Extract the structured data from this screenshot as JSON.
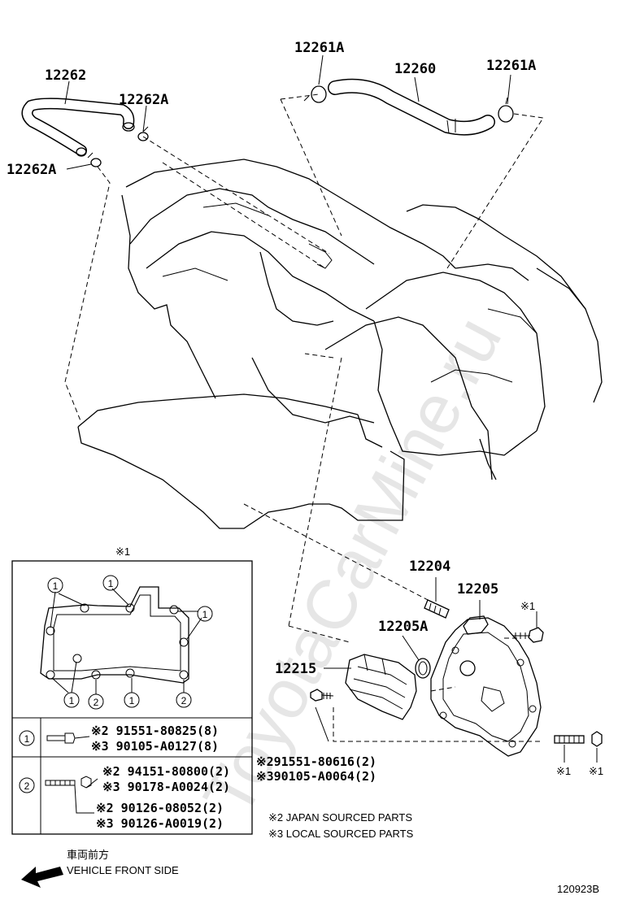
{
  "watermark": "ToyotaCarMine.ru",
  "callouts": {
    "hose_12262": "12262",
    "clamp_12262a_top": "12262A",
    "clamp_12262a_left": "12262A",
    "clamp_12261a_left": "12261A",
    "hose_12260": "12260",
    "clamp_12261a_right": "12261A",
    "valve_12204": "12204",
    "cover_12205": "12205",
    "ring_12205a": "12205A",
    "separator_12215": "12215"
  },
  "note_marks": {
    "inset_title": "※1",
    "bolt_right": "※1",
    "stud": "※1",
    "nut": "※1"
  },
  "inset": {
    "circle_labels": [
      "1",
      "1",
      "1",
      "1",
      "1",
      "1",
      "2",
      "1",
      "2"
    ],
    "legend": [
      {
        "key": "1",
        "lines": [
          "※2 91551-80825(8)",
          "※3 90105-A0127(8)"
        ]
      },
      {
        "key": "2",
        "lines": [
          "※2 94151-80800(2)",
          "※3 90178-A0024(2)",
          "※2 90126-08052(2)",
          "※3 90126-A0019(2)"
        ]
      }
    ]
  },
  "bolt_note": [
    "※291551-80616(2)",
    "※390105-A0064(2)"
  ],
  "source_notes": [
    "※2 JAPAN SOURCED PARTS",
    "※3 LOCAL SOURCED PARTS"
  ],
  "direction": {
    "jp": "車両前方",
    "en": "VEHICLE FRONT SIDE"
  },
  "figure_id": "120923B"
}
